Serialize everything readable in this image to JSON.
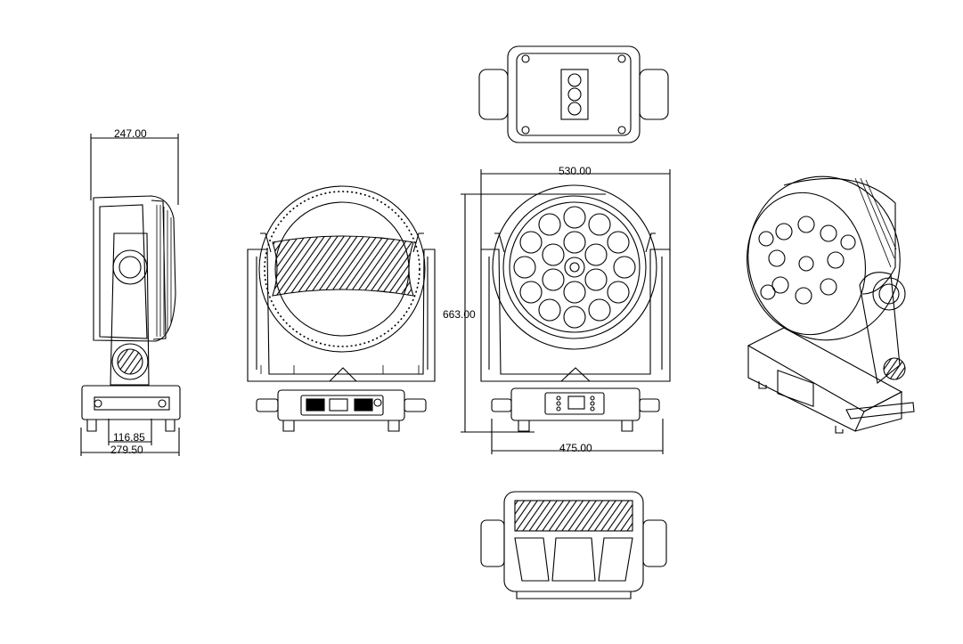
{
  "drawing": {
    "views": [
      "side-view",
      "rear-view",
      "top-view",
      "front-view",
      "bottom-view",
      "iso-view"
    ],
    "dimensions": {
      "side_depth": "247.00",
      "base_inner_width": "116.85",
      "base_depth": "279.50",
      "overall_width": "530.00",
      "overall_height": "663.00",
      "base_width": "475.00"
    }
  },
  "colors": {
    "line": "#000000",
    "background": "#ffffff"
  }
}
